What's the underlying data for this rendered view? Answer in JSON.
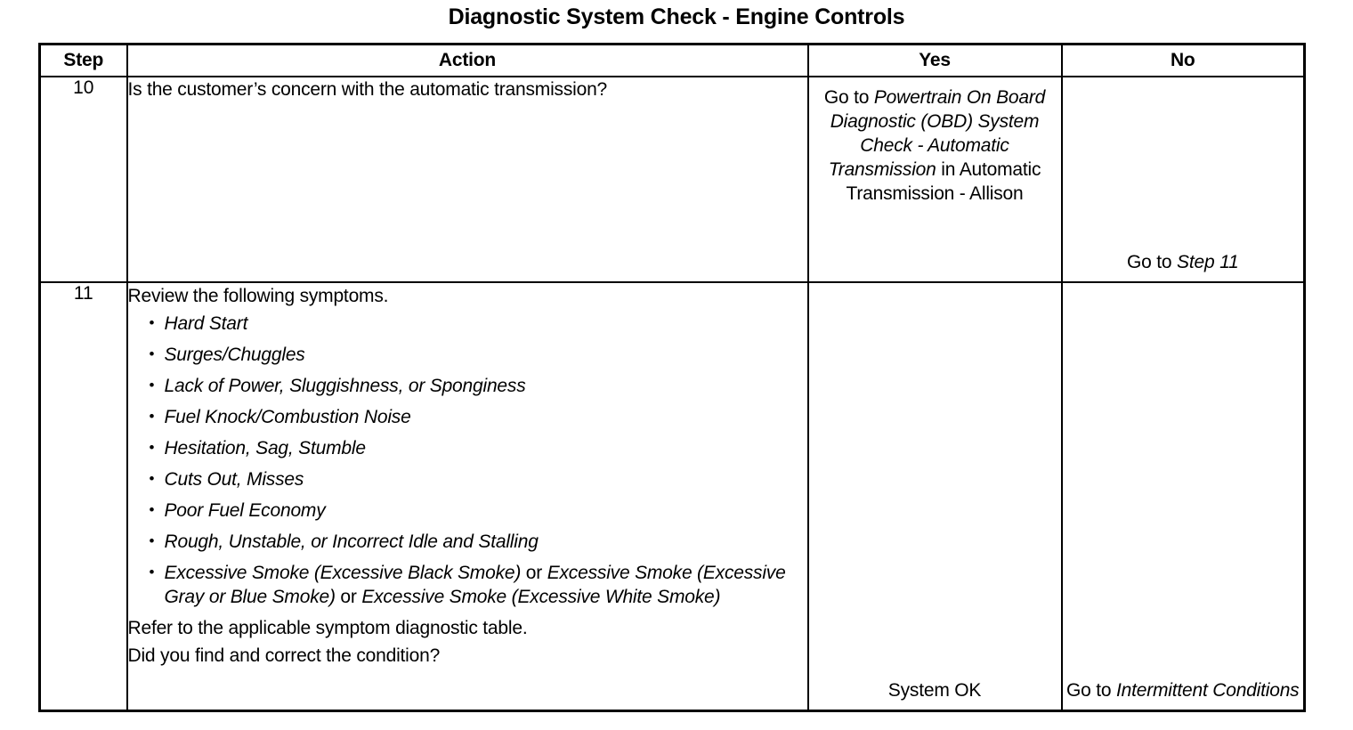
{
  "document": {
    "title": "Diagnostic System Check - Engine Controls"
  },
  "table": {
    "headers": {
      "step": "Step",
      "action": "Action",
      "yes": "Yes",
      "no": "No"
    },
    "rows": [
      {
        "step": "10",
        "action_text": "Is the customer’s concern with the automatic transmission?",
        "yes_prefix": "Go to ",
        "yes_reference": "Powertrain On Board Diagnostic (OBD) System Check - Automatic Transmission",
        "yes_middle": " in ",
        "yes_suffix": "Automatic Transmission - Allison",
        "no_prefix": "Go to ",
        "no_reference": "Step 11"
      },
      {
        "step": "11",
        "intro": "Review the following symptoms.",
        "symptoms": [
          "Hard Start",
          "Surges/Chuggles",
          "Lack of Power, Sluggishness, or Sponginess",
          "Fuel Knock/Combustion Noise",
          "Hesitation, Sag, Stumble",
          "Cuts Out, Misses",
          "Poor Fuel Economy",
          "Rough, Unstable, or Incorrect Idle and Stalling"
        ],
        "smoke_symptom": {
          "ref1": "Excessive Smoke (Excessive Black Smoke)",
          "conj1": " or ",
          "ref2": "Excessive Smoke (Excessive Gray or Blue Smoke)",
          "conj2": " or ",
          "ref3": "Excessive Smoke (Excessive White Smoke)"
        },
        "closing_line_1": "Refer to the applicable symptom diagnostic table.",
        "closing_line_2": "Did you find and correct the condition?",
        "yes_text": "System OK",
        "no_prefix": "Go to ",
        "no_reference": "Intermittent Conditions"
      }
    ]
  }
}
